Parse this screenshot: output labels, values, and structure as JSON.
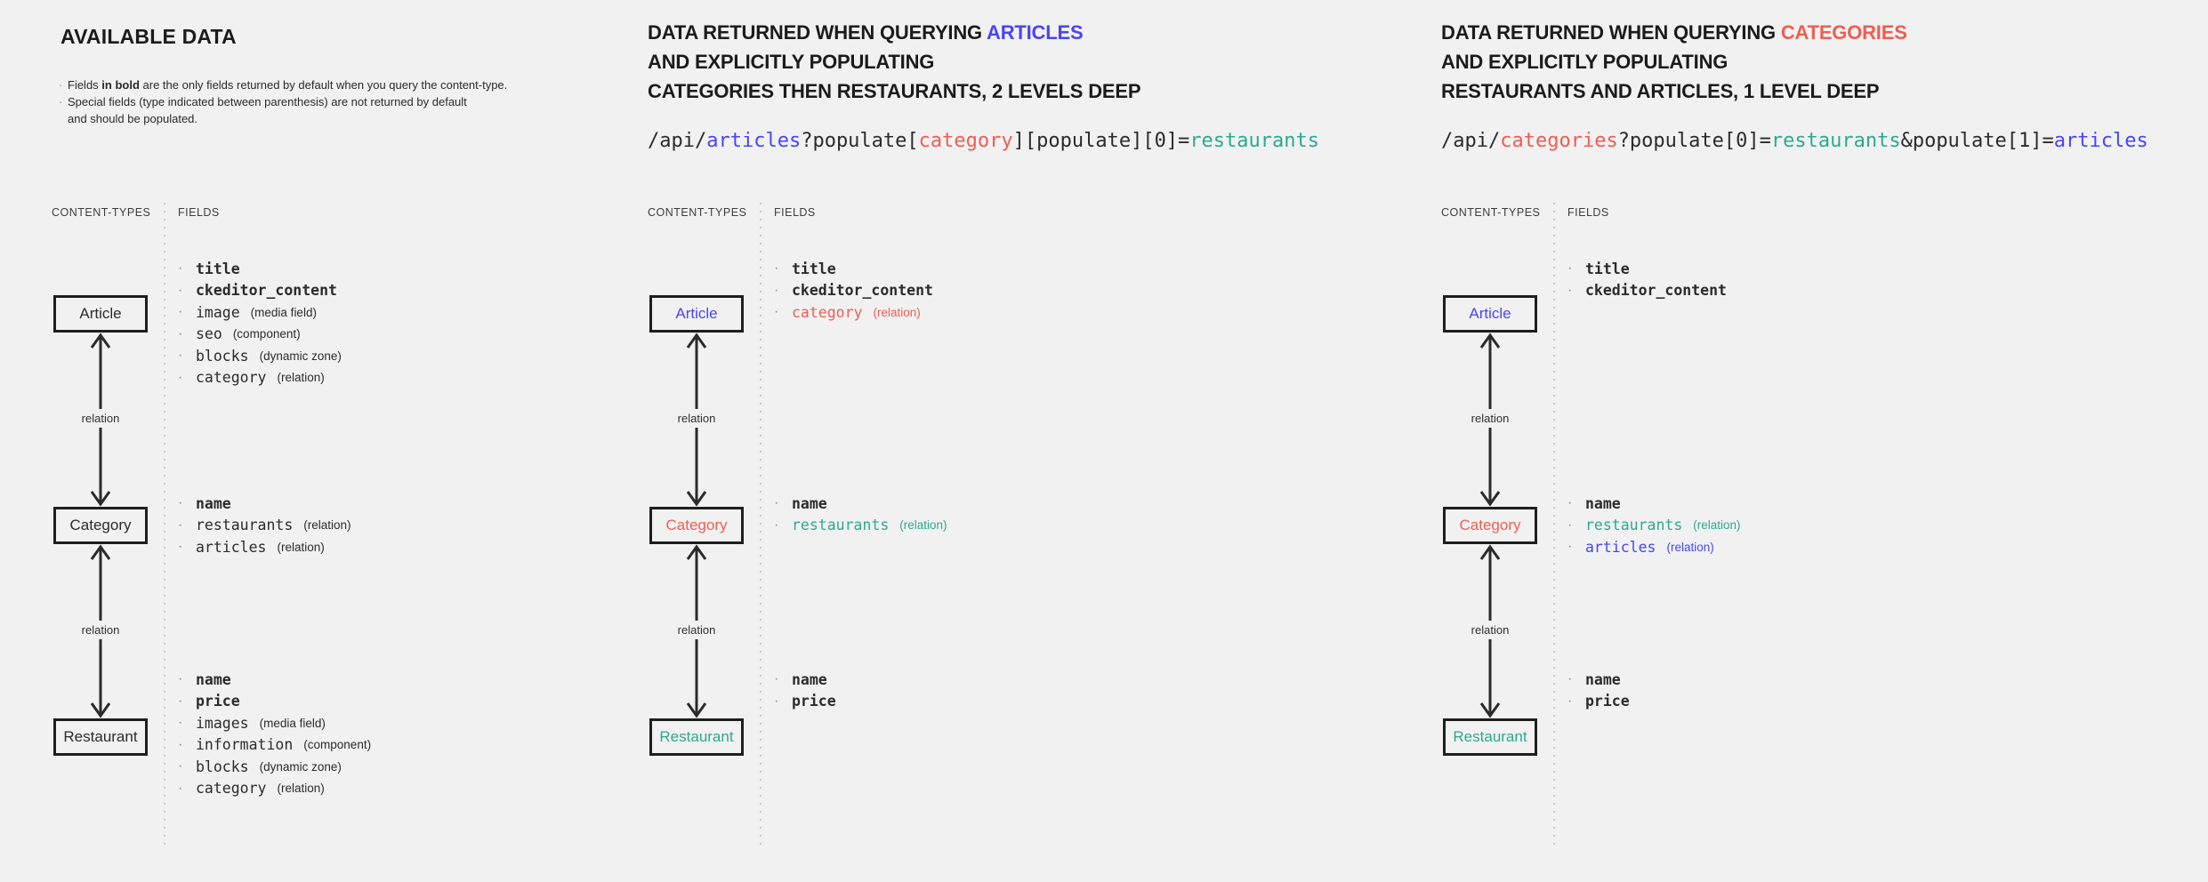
{
  "colors": {
    "bg": "#f1f1f2",
    "ink": "#2b2b2b",
    "blue": "#4845f5",
    "red": "#ee5e52",
    "teal": "#2da98c"
  },
  "shared": {
    "content_types": "CONTENT-TYPES",
    "fields": "FIELDS",
    "relation": "relation",
    "bullet": "·"
  },
  "p1": {
    "title": "AVAILABLE DATA",
    "note1_pre": "Fields ",
    "note1_bold": "in bold",
    "note1_post": " are the only fields returned by default when you query the content-type.",
    "note2_line1": "Special fields (type indicated between parenthesis) are not returned by default",
    "note2_line2": "and should be populated.",
    "boxes": {
      "article": {
        "label": "Article",
        "color": "ink"
      },
      "category": {
        "label": "Category",
        "color": "ink"
      },
      "restaurant": {
        "label": "Restaurant",
        "color": "ink"
      }
    },
    "fields": {
      "article": [
        {
          "name": "title",
          "type": "",
          "bold": "true",
          "color": "ink"
        },
        {
          "name": "ckeditor_content",
          "type": "",
          "bold": "true",
          "color": "ink"
        },
        {
          "name": "image",
          "type": "(media field)",
          "bold": "false",
          "color": "ink"
        },
        {
          "name": "seo",
          "type": "(component)",
          "bold": "false",
          "color": "ink"
        },
        {
          "name": "blocks",
          "type": "(dynamic zone)",
          "bold": "false",
          "color": "ink"
        },
        {
          "name": "category",
          "type": "(relation)",
          "bold": "false",
          "color": "ink"
        }
      ],
      "category": [
        {
          "name": "name",
          "type": "",
          "bold": "true",
          "color": "ink"
        },
        {
          "name": "restaurants",
          "type": "(relation)",
          "bold": "false",
          "color": "ink"
        },
        {
          "name": "articles",
          "type": "(relation)",
          "bold": "false",
          "color": "ink"
        }
      ],
      "restaurant": [
        {
          "name": "name",
          "type": "",
          "bold": "true",
          "color": "ink"
        },
        {
          "name": "price",
          "type": "",
          "bold": "true",
          "color": "ink"
        },
        {
          "name": "images",
          "type": "(media field)",
          "bold": "false",
          "color": "ink"
        },
        {
          "name": "information",
          "type": "(component)",
          "bold": "false",
          "color": "ink"
        },
        {
          "name": "blocks",
          "type": "(dynamic zone)",
          "bold": "false",
          "color": "ink"
        },
        {
          "name": "category",
          "type": "(relation)",
          "bold": "false",
          "color": "ink"
        }
      ]
    }
  },
  "p2": {
    "title_pre": "DATA RETURNED WHEN QUERYING ",
    "title_accent": "ARTICLES",
    "title_accent_color": "blue",
    "title_line2": "AND EXPLICITLY POPULATING",
    "title_line3": "CATEGORIES THEN RESTAURANTS, 2 LEVELS DEEP",
    "api": [
      {
        "text": "/api/",
        "color": "ink"
      },
      {
        "text": "articles",
        "color": "blue"
      },
      {
        "text": "?populate[",
        "color": "ink"
      },
      {
        "text": "category",
        "color": "red"
      },
      {
        "text": "][populate][0]=",
        "color": "ink"
      },
      {
        "text": "restaurants",
        "color": "teal"
      }
    ],
    "boxes": {
      "article": {
        "label": "Article",
        "color": "blue"
      },
      "category": {
        "label": "Category",
        "color": "red"
      },
      "restaurant": {
        "label": "Restaurant",
        "color": "teal"
      }
    },
    "fields": {
      "article": [
        {
          "name": "title",
          "type": "",
          "bold": "true",
          "color": "ink"
        },
        {
          "name": "ckeditor_content",
          "type": "",
          "bold": "true",
          "color": "ink"
        },
        {
          "name": "category",
          "type": "(relation)",
          "bold": "false",
          "color": "red"
        }
      ],
      "category": [
        {
          "name": "name",
          "type": "",
          "bold": "true",
          "color": "ink"
        },
        {
          "name": "restaurants",
          "type": "(relation)",
          "bold": "false",
          "color": "teal"
        }
      ],
      "restaurant": [
        {
          "name": "name",
          "type": "",
          "bold": "true",
          "color": "ink"
        },
        {
          "name": "price",
          "type": "",
          "bold": "true",
          "color": "ink"
        }
      ]
    }
  },
  "p3": {
    "title_pre": "DATA RETURNED WHEN QUERYING ",
    "title_accent": "CATEGORIES",
    "title_accent_color": "red",
    "title_line2": "AND EXPLICITLY POPULATING",
    "title_line3": "RESTAURANTS AND ARTICLES, 1 LEVEL DEEP",
    "api": [
      {
        "text": "/api/",
        "color": "ink"
      },
      {
        "text": "categories",
        "color": "red"
      },
      {
        "text": "?populate[0]=",
        "color": "ink"
      },
      {
        "text": "restaurants",
        "color": "teal"
      },
      {
        "text": "&populate[1]=",
        "color": "ink"
      },
      {
        "text": "articles",
        "color": "blue"
      }
    ],
    "boxes": {
      "article": {
        "label": "Article",
        "color": "blue"
      },
      "category": {
        "label": "Category",
        "color": "red"
      },
      "restaurant": {
        "label": "Restaurant",
        "color": "teal"
      }
    },
    "fields": {
      "article": [
        {
          "name": "title",
          "type": "",
          "bold": "true",
          "color": "ink"
        },
        {
          "name": "ckeditor_content",
          "type": "",
          "bold": "true",
          "color": "ink"
        }
      ],
      "category": [
        {
          "name": "name",
          "type": "",
          "bold": "true",
          "color": "ink"
        },
        {
          "name": "restaurants",
          "type": "(relation)",
          "bold": "false",
          "color": "teal"
        },
        {
          "name": "articles",
          "type": "(relation)",
          "bold": "false",
          "color": "blue"
        }
      ],
      "restaurant": [
        {
          "name": "name",
          "type": "",
          "bold": "true",
          "color": "ink"
        },
        {
          "name": "price",
          "type": "",
          "bold": "true",
          "color": "ink"
        }
      ]
    }
  }
}
